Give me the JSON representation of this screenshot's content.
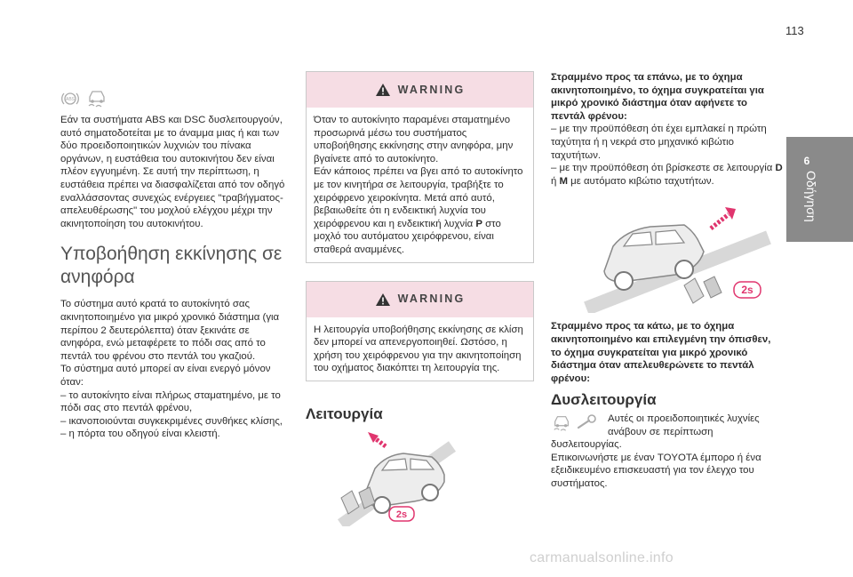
{
  "page_number": "113",
  "side_tab": {
    "number": "6",
    "title": "Οδήγηση"
  },
  "col1": {
    "intro": "Εάν τα συστήματα ABS και DSC δυσλειτουργούν, αυτό σηματοδοτείται με το άναμμα μιας ή και των δύο προειδοποιητικών λυχνιών του πίνακα οργάνων, η ευστάθεια του αυτοκινήτου δεν είναι πλέον εγγυημένη. Σε αυτή την περίπτωση, η ευστάθεια πρέπει να διασφαλίζεται από τον οδηγό εναλλάσσοντας συνεχώς ενέργειες \"τραβήγματος-απελευθέρωσης\" του μοχλού ελέγχου μέχρι την ακινητοποίηση του αυτοκινήτου.",
    "heading": "Υποβοήθηση εκκίνησης σε ανηφόρα",
    "para1": "Το σύστημα αυτό κρατά το αυτοκίνητό σας ακινητοποιημένο για μικρό χρονικό διάστημα (για περίπου 2 δευτερόλεπτα) όταν ξεκινάτε σε ανηφόρα, ενώ μεταφέρετε το πόδι σας από το πεντάλ του φρένου στο πεντάλ του γκαζιού.",
    "para2": "Το σύστημα αυτό μπορεί αν είναι ενεργό μόνον όταν:",
    "list": [
      "–  το αυτοκίνητο είναι πλήρως σταματημένο, με το πόδι σας στο πεντάλ φρένου,",
      "–  ικανοποιούνται συγκεκριμένες συνθήκες κλίσης,",
      "–  η πόρτα του οδηγού είναι κλειστή."
    ]
  },
  "col2": {
    "warning1": {
      "title": "WARNING",
      "lines": [
        "Όταν το αυτοκίνητο παραμένει σταματημένο προσωρινά μέσω του συστήματος υποβοήθησης εκκίνησης στην ανηφόρα, μην βγαίνετε από το αυτοκίνητο.",
        "Εάν κάποιος πρέπει να βγει από το αυτοκίνητο με τον κινητήρα σε λειτουργία, τραβήξτε το χειρόφρενο χειροκίνητα. Μετά από αυτό, βεβαιωθείτε ότι η ενδεικτική λυχνία του χειρόφρενου και η ενδεικτική λυχνία ",
        "P",
        " στο μοχλό του αυτόματου χειρόφρενου, είναι σταθερά αναμμένες."
      ]
    },
    "warning2": {
      "title": "WARNING",
      "text": "Η λειτουργία υποβοήθησης εκκίνησης σε κλίση δεν μπορεί να απενεργοποιηθεί. Ωστόσο, η χρήση του χειρόφρενου για την ακινητοποίηση του οχήματος διακόπτει τη λειτουργία της."
    },
    "func_heading": "Λειτουργία",
    "badge": "2s"
  },
  "col3": {
    "uphill_heading": "Στραμμένο προς τα επάνω, με το όχημα ακινητοποιημένο, το όχημα συγκρατείται για μικρό χρονικό διάστημα όταν αφήνετε το πεντάλ φρένου:",
    "uphill_list": [
      "–  με την προϋπόθεση ότι έχει εμπλακεί η πρώτη ταχύτητα ή η νεκρά στο μηχανικό κιβώτιο ταχυτήτων.",
      "–  με την προϋπόθεση ότι βρίσκεστε σε λειτουργία ",
      "D",
      " ή ",
      "M",
      " με αυτόματο κιβώτιο ταχυτήτων."
    ],
    "badge": "2s",
    "downhill_heading": "Στραμμένο προς τα κάτω, με το όχημα ακινητοποιημένο και επιλεγμένη την όπισθεν, το όχημα συγκρατείται για μικρό χρονικό διάστημα όταν απελευθερώνετε το πεντάλ φρένου:",
    "dys_heading": "Δυσλειτουργία",
    "dys_first": "Αυτές οι προειδοποιητικές λυχνίες ανάβουν σε περίπτωση",
    "dys_rest": "δυσλειτουργίας.",
    "dys_contact": "Επικοινωνήστε με έναν TOYOTA έμπορο ή ένα εξειδικευμένο επισκευαστή για τον έλεγχο του συστήματος."
  },
  "watermark": "carmanualsonline.info",
  "colors": {
    "accent": "#e0356e",
    "tab": "#8a8a8a",
    "warning_bg": "#f6dde4"
  }
}
